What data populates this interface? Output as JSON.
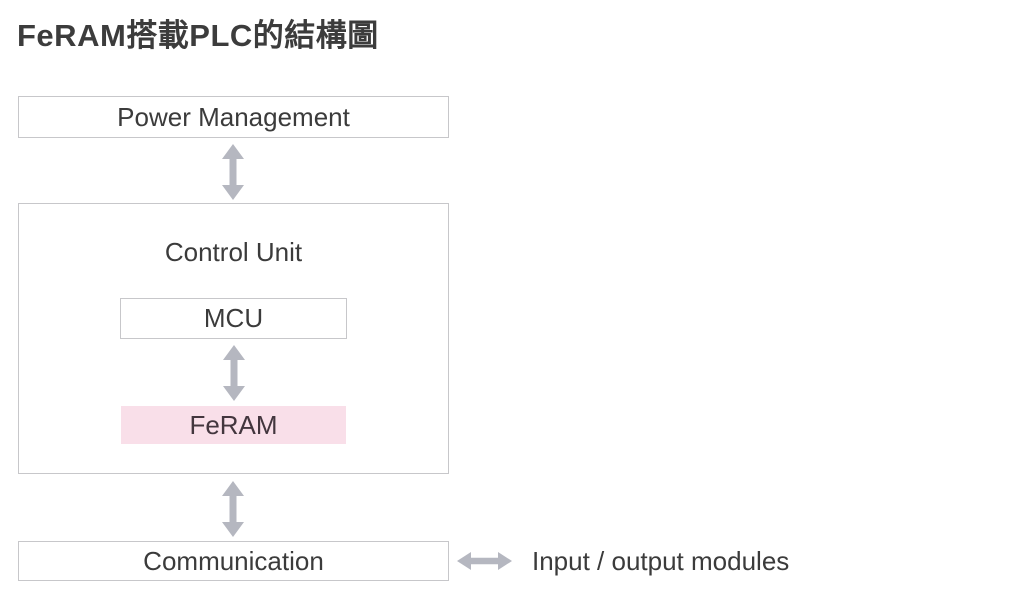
{
  "title": "FeRAM搭載PLC的結構圖",
  "nodes": {
    "power_management": "Power Management",
    "control_unit": "Control Unit",
    "mcu": "MCU",
    "feram": "FeRAM",
    "communication": "Communication"
  },
  "annotations": {
    "io_modules": "Input / output modules"
  },
  "edges": [
    {
      "from": "power_management",
      "to": "control_unit",
      "type": "bidirectional"
    },
    {
      "from": "mcu",
      "to": "feram",
      "type": "bidirectional"
    },
    {
      "from": "control_unit",
      "to": "communication",
      "type": "bidirectional"
    },
    {
      "from": "communication",
      "to": "io_modules",
      "type": "bidirectional"
    }
  ],
  "colors": {
    "title_text": "#3c3c3c",
    "box_border": "#c7c7ca",
    "box_text": "#3b3b3b",
    "arrow": "#b5b7c0",
    "feram_bg": "#f9dfe9",
    "feram_text": "#43363e"
  }
}
